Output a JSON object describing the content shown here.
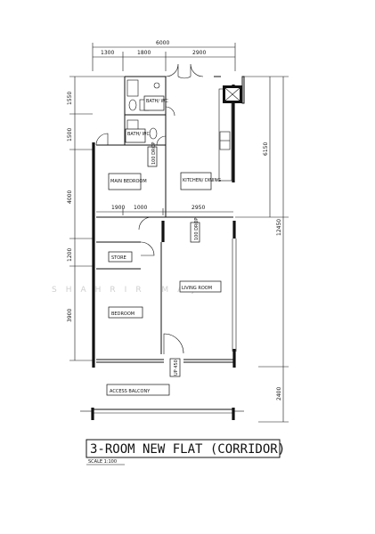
{
  "dimensions": {
    "total_width": "6000",
    "top_segments": [
      "1300",
      "1800",
      "2900"
    ],
    "left_segments": [
      "1550",
      "1500",
      "4000",
      "1200",
      "3900"
    ],
    "right_upper": "6150",
    "right_total": "12450",
    "right_lower": "2400",
    "mid_segments": [
      "1900",
      "1000",
      "2950"
    ]
  },
  "rooms": {
    "bath_wc_1": "BATH/ WC",
    "bath_wc_2": "BATH/ WC",
    "main_bedroom": "MAIN BEDROOM",
    "kitchen_dining": "KITCHEN/ DINING",
    "store": "STORE",
    "living_room": "LIVING ROOM",
    "bedroom": "BEDROOM",
    "access_balcony": "ACCESS BALCONY"
  },
  "tags": {
    "drop_1": "100 DROP",
    "drop_2": "100 DROP",
    "drop_3": "UP 450"
  },
  "watermark": "SHAHRIR MAJID",
  "title": "3-ROOM NEW FLAT (CORRIDOR)",
  "scale": "SCALE 1:100"
}
